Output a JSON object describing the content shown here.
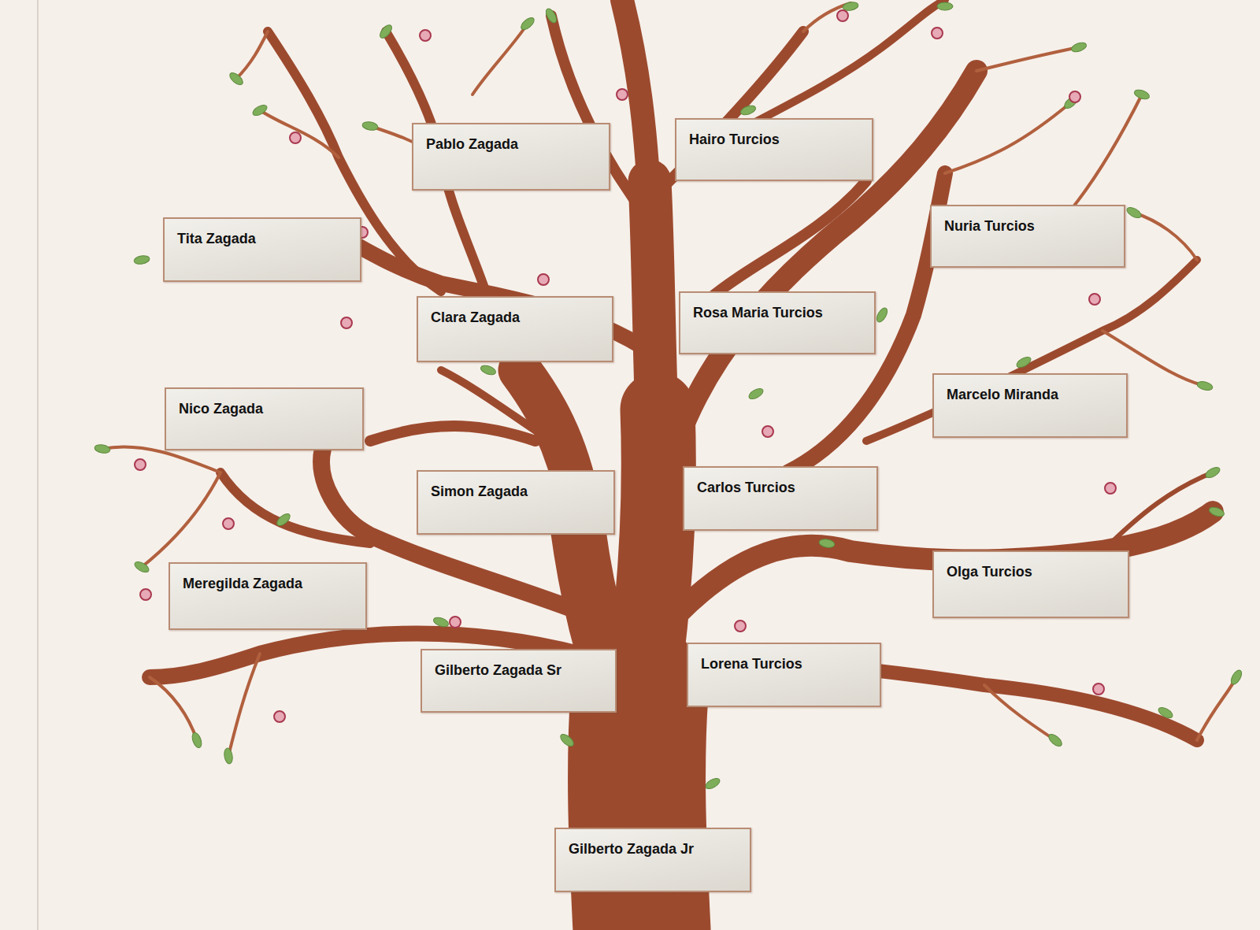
{
  "diagram": {
    "nodes": [
      {
        "text": [
          "Pablo Zagada"
        ]
      },
      {
        "text": [
          "Hairo Turcios"
        ]
      },
      {
        "text": [
          "Tita Zagada"
        ]
      },
      {
        "text": [
          "Nuria Turcios"
        ]
      },
      {
        "text": [
          "Clara Zagada"
        ]
      },
      {
        "text": [
          "Rosa Maria Turcios"
        ]
      },
      {
        "text": [
          "Nico Zagada"
        ]
      },
      {
        "text": [
          "Marcelo Miranda"
        ]
      },
      {
        "text": [
          "Simon Zagada"
        ]
      },
      {
        "text": [
          "Carlos Turcios"
        ]
      },
      {
        "text": [
          "Meregilda Zagada"
        ]
      },
      {
        "text": [
          "Olga Turcios"
        ]
      },
      {
        "text": [
          "Gilberto Zagada Sr"
        ]
      },
      {
        "text": [
          "Lorena Turcios"
        ]
      },
      {
        "text": [
          "Gilberto Zagada Jr"
        ]
      }
    ]
  }
}
